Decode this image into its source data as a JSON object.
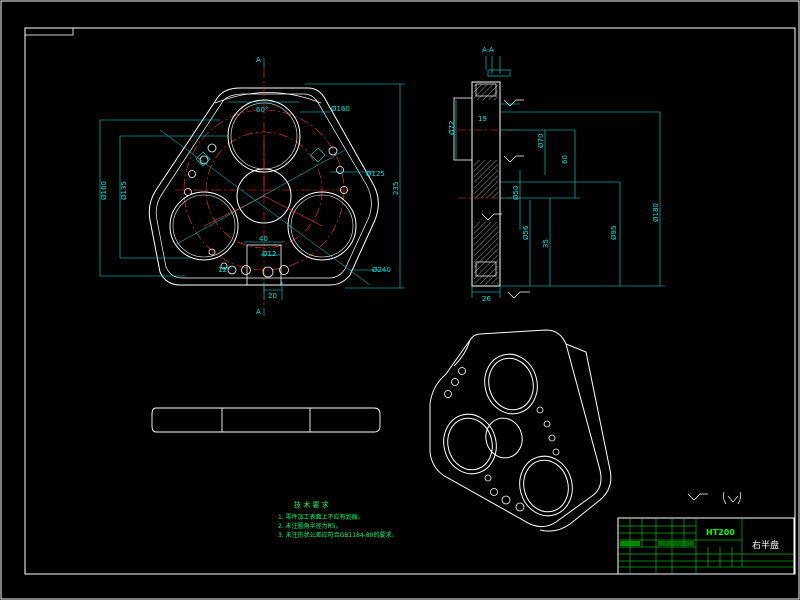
{
  "front_view": {
    "angle": "60°",
    "dim_d160_hole": "Ø160",
    "dim_d160_height": "Ø160",
    "dim_d135": "Ø135",
    "dim_d125": "Ø125",
    "dim_d240": "Ø240",
    "dim_235": "235",
    "dim_40": "40",
    "dim_d12": "Ø12",
    "dim_12": "12",
    "dim_20": "20"
  },
  "side_view": {
    "section_label": "A-A",
    "dim_d72": "Ø72",
    "dim_19": "19",
    "dim_d70": "Ø70",
    "dim_60": "60",
    "dim_d50": "Ø50",
    "dim_d56": "Ø56",
    "dim_35": "35",
    "dim_d95": "Ø95",
    "dim_d180": "Ø180",
    "dim_26": "26"
  },
  "tech_requirements": {
    "title": "技 术 要 求",
    "lines": [
      "1. 零件加工表面上不应有划痕。",
      "2. 未注圆角半径为R5。",
      "3. 未注形状公差应符合GB1184-80的要求。"
    ]
  },
  "title_block": {
    "material": "HT200",
    "part_name": "右半盘"
  }
}
